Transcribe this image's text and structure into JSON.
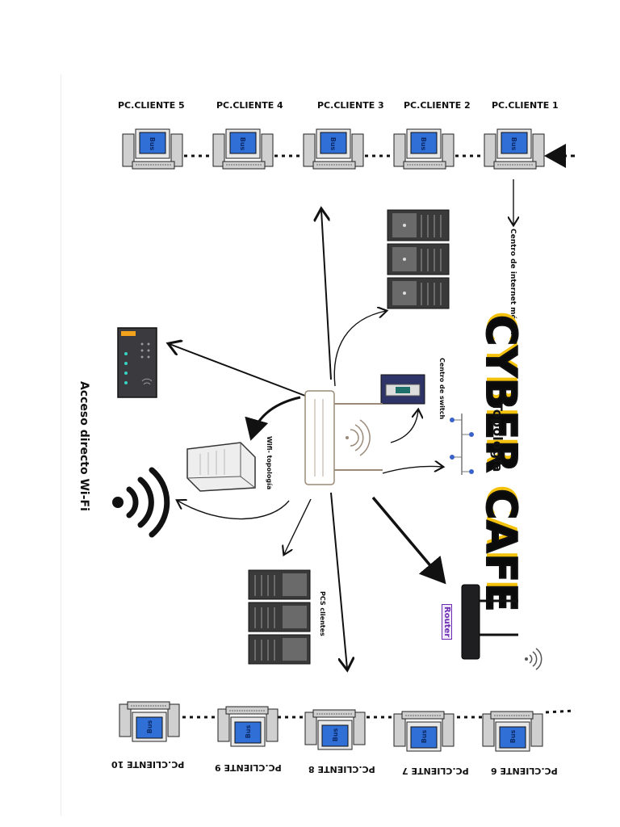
{
  "title": "CYBER CAFE",
  "colors": {
    "title_fill": "#111111",
    "title_shadow": "#f4c20d",
    "monitor_screen": "#2f6fd6",
    "bus_label": "#0c2a66",
    "router_tag": "#6a2bb0"
  },
  "top_clients": [
    {
      "label": "PC.CLIENTE 5",
      "screen": "Bus"
    },
    {
      "label": "PC.CLIENTE 4",
      "screen": "Bus"
    },
    {
      "label": "PC.CLIENTE 3",
      "screen": "Bus"
    },
    {
      "label": "PC.CLIENTE 2",
      "screen": "Bus"
    },
    {
      "label": "PC.CLIENTE 1",
      "screen": "Bus"
    }
  ],
  "bottom_clients": [
    {
      "label": "PC.CLIENTE 10",
      "screen": "Bus"
    },
    {
      "label": "PC.CLIENTE 9",
      "screen": "Bus"
    },
    {
      "label": "PC.CLIENTE 8",
      "screen": "Bus"
    },
    {
      "label": "PC.CLIENTE 7",
      "screen": "Bus"
    },
    {
      "label": "PC.CLIENTE 6",
      "screen": "Bus"
    }
  ],
  "labels": {
    "modem": "Centro de internet módem",
    "switch": "Centro de switch",
    "topology": "Topología",
    "wifi_topology": "Wifi- topología",
    "wifi_access": "Acceso directo Wi-Fi",
    "pcs_clients": "PCS clientes",
    "router": "Router"
  },
  "icons": [
    "computer-icon",
    "server-rack-icon",
    "switch-icon",
    "modem-icon",
    "wifi-router-icon",
    "router-icon",
    "wifi-signal-icon",
    "access-point-icon",
    "bus-topology-icon"
  ]
}
